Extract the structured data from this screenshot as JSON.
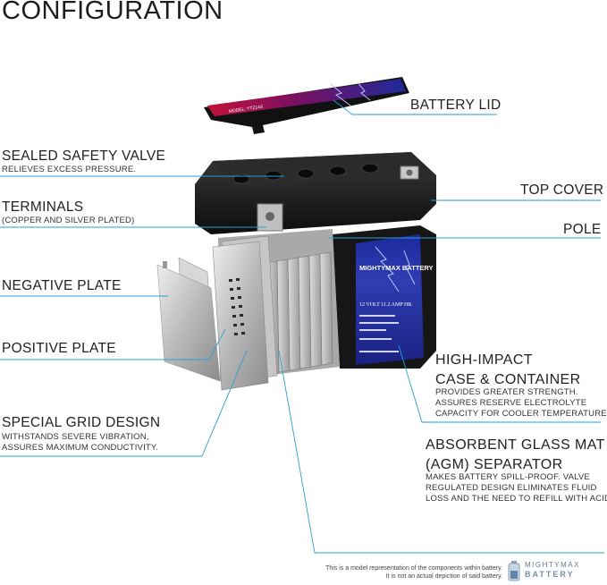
{
  "title": "CONFIGURATION",
  "labels": {
    "battery_lid": "BATTERY LID",
    "sealed_valve": "SEALED SAFETY VALVE",
    "sealed_valve_sub": "RELIEVES EXCESS PRESSURE.",
    "terminals": "TERMINALS",
    "terminals_sub": "(COPPER AND SILVER PLATED)",
    "top_cover": "TOP COVER",
    "pole": "POLE",
    "negative_plate": "NEGATIVE PLATE",
    "positive_plate": "POSITIVE PLATE",
    "special_grid": "SPECIAL GRID DESIGN",
    "special_grid_sub1": "WITHSTANDS SEVERE VIBRATION,",
    "special_grid_sub2": "ASSURES MAXIMUM CONDUCTIVITY.",
    "high_impact_1": "HIGH-IMPACT",
    "high_impact_2": "CASE & CONTAINER",
    "high_impact_sub1": "PROVIDES GREATER STRENGTH.",
    "high_impact_sub2": "ASSURES RESERVE ELECTROLYTE",
    "high_impact_sub3": "CAPACITY FOR COOLER TEMPERATURES.",
    "agm_1": "ABSORBENT GLASS MAT",
    "agm_2": "(AGM) SEPARATOR",
    "agm_sub1": "MAKES BATTERY SPILL-PROOF. VALVE",
    "agm_sub2": "REGULATED DESIGN ELIMINATES FLUID",
    "agm_sub3": "LOSS AND THE NEED TO REFILL WITH ACID."
  },
  "disclaimer": {
    "line1": "This is a model representation of the components within battery.",
    "line2": "It is not an actual depiction of said battery."
  },
  "logo": {
    "top": "MIGHTYMAX",
    "bottom": "BATTERY"
  },
  "battery_label": {
    "brand": "MIGHTYMAX BATTERY",
    "spec": "12 VOLT 11.2 AMP HR."
  },
  "colors": {
    "leader_line": "#2a9fd6",
    "battery_body": "#151515",
    "label_blue": "#1a2a9a",
    "lid_red": "#c0123a"
  }
}
